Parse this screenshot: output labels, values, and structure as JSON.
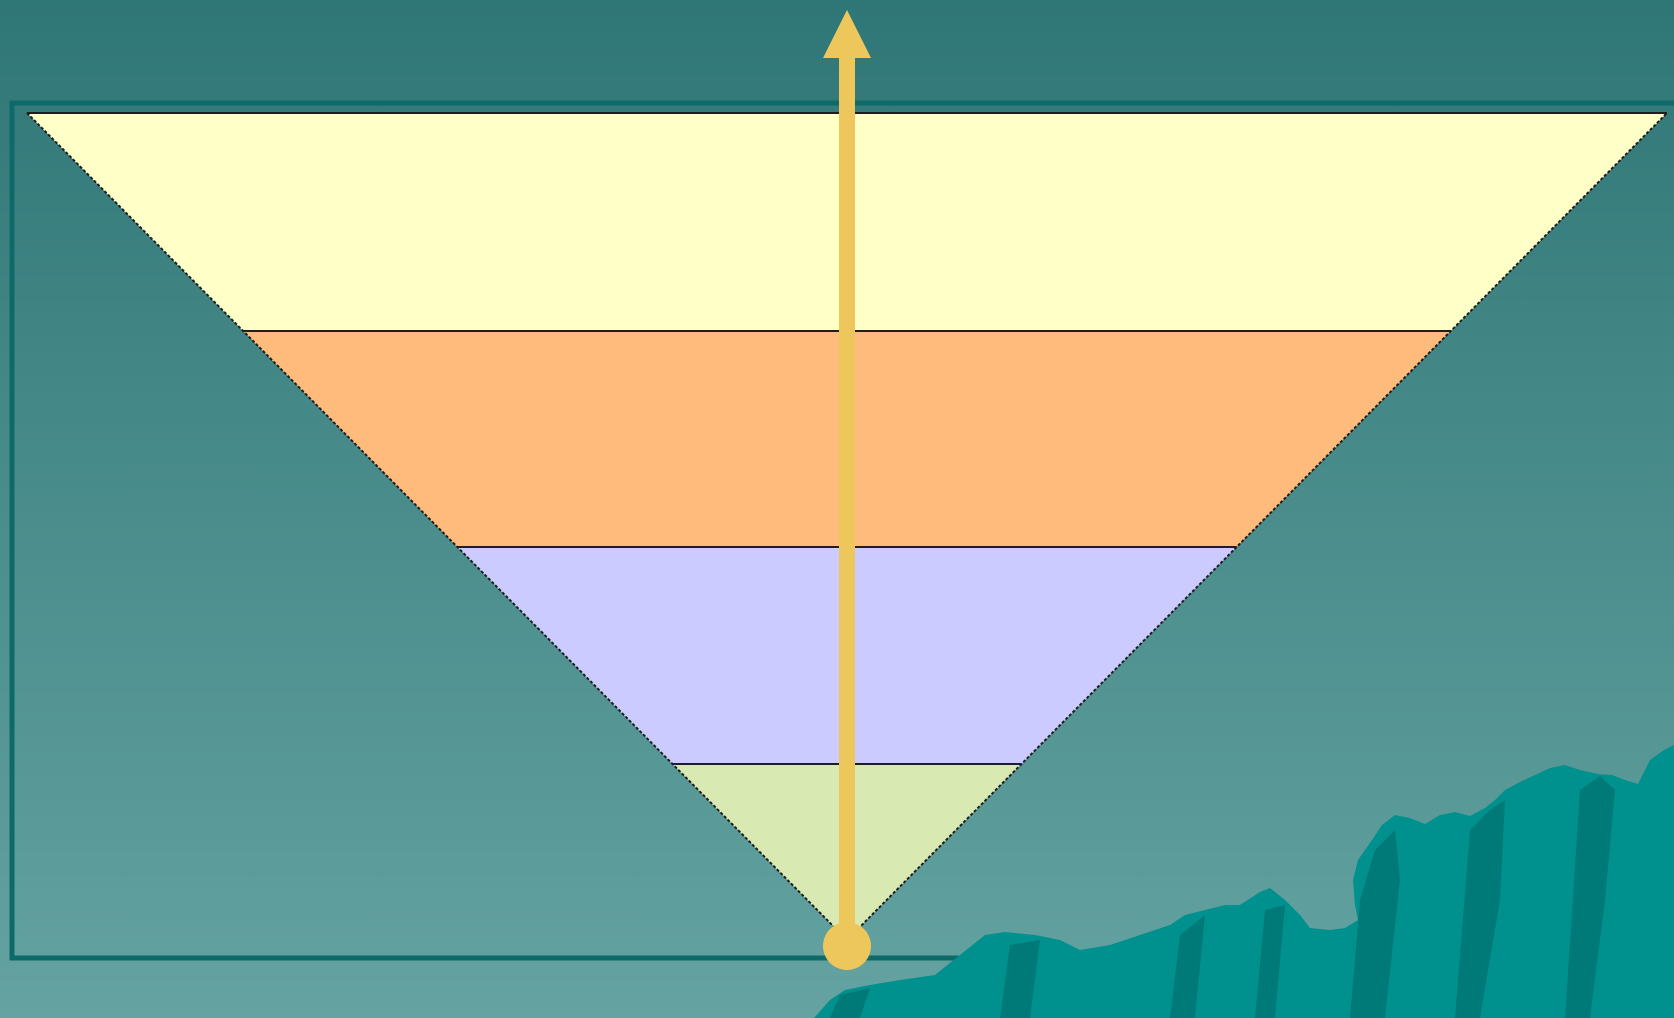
{
  "slide": {
    "background_top_color": "#2F7676",
    "background_bottom_color": "#64A3A1",
    "frame_color": "#0E6A68",
    "mountain_color": "#00918F",
    "mountain_shadow_color": "#007A78"
  },
  "funnel": {
    "tiers": [
      {
        "id": "tier-1",
        "color": "#FFFFC8"
      },
      {
        "id": "tier-2",
        "color": "#FFBB7B"
      },
      {
        "id": "tier-3",
        "color": "#CCCBFF"
      },
      {
        "id": "tier-4",
        "color": "#D8EAB2"
      }
    ],
    "divider_color": "#1E1E1E"
  },
  "axis_arrow": {
    "color": "#EDC75C",
    "icon": "up-arrow-icon"
  }
}
